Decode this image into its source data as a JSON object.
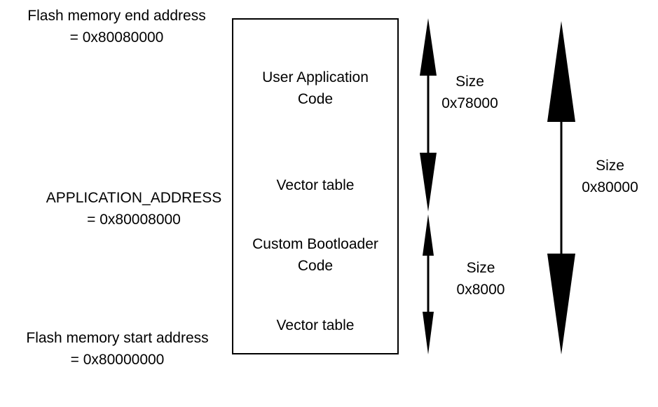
{
  "addresses": {
    "flash_end": {
      "line1": "Flash memory end address",
      "line2": "= 0x80080000"
    },
    "application": {
      "line1": "APPLICATION_ADDRESS",
      "line2": "= 0x80008000"
    },
    "flash_start": {
      "line1": "Flash memory start address",
      "line2": "= 0x80000000"
    }
  },
  "memory_blocks": [
    {
      "line1": "User Application",
      "line2": "Code"
    },
    {
      "line1": "Vector table",
      "line2": ""
    },
    {
      "line1": "Custom Bootloader",
      "line2": "Code"
    },
    {
      "line1": "Vector table",
      "line2": ""
    }
  ],
  "sizes": {
    "application": {
      "line1": "Size",
      "line2": "0x78000"
    },
    "bootloader": {
      "line1": "Size",
      "line2": "0x8000"
    },
    "total": {
      "line1": "Size",
      "line2": "0x80000"
    }
  },
  "colors": {
    "stroke": "#000000",
    "background": "#ffffff"
  }
}
